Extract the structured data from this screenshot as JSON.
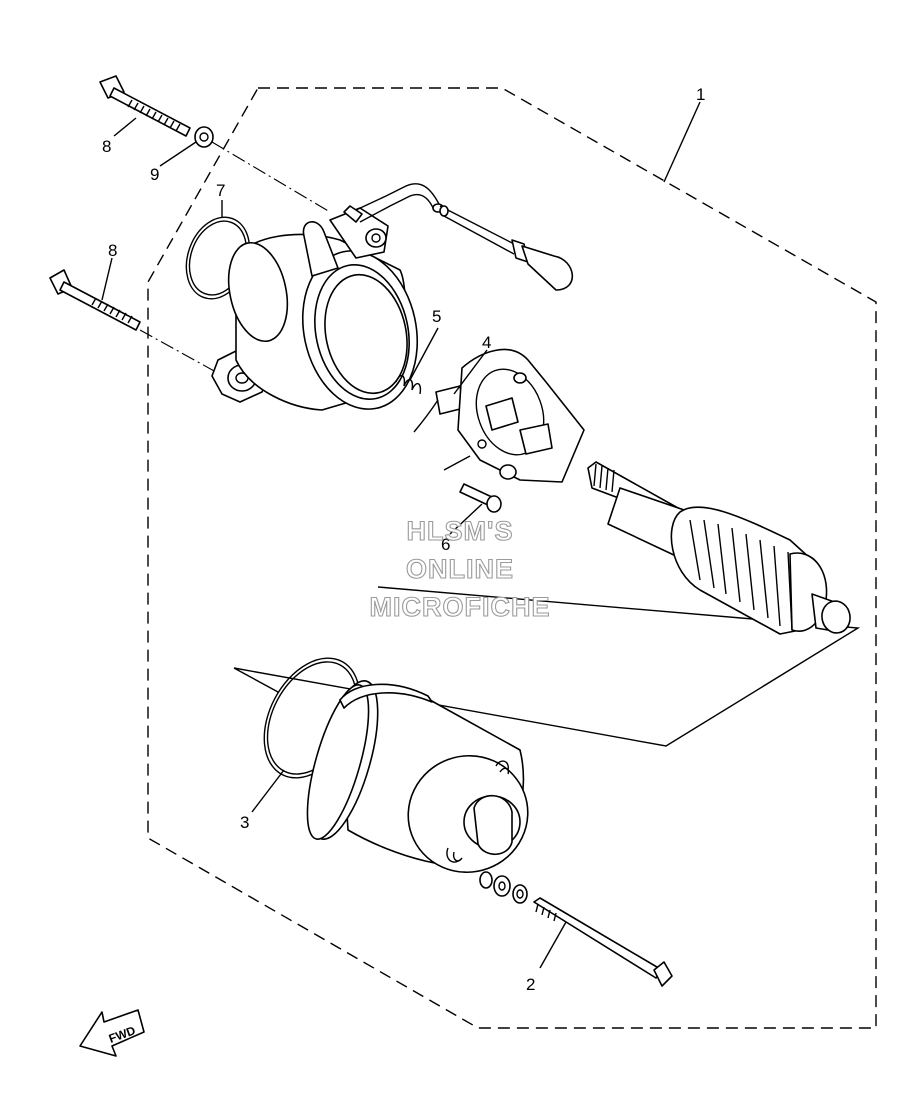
{
  "callouts": [
    {
      "id": "1",
      "text": "1"
    },
    {
      "id": "2",
      "text": "2"
    },
    {
      "id": "3",
      "text": "3"
    },
    {
      "id": "4",
      "text": "4"
    },
    {
      "id": "5",
      "text": "5"
    },
    {
      "id": "6",
      "text": "6"
    },
    {
      "id": "7",
      "text": "7"
    },
    {
      "id": "8a",
      "text": "8"
    },
    {
      "id": "8b",
      "text": "8"
    },
    {
      "id": "9",
      "text": "9"
    }
  ],
  "watermark": {
    "line1": "HLSM'S",
    "line2": "ONLINE",
    "line3": "MICROFICHE",
    "color": "#9a9a9a"
  },
  "fwd_arrow": {
    "label": "FWD"
  }
}
